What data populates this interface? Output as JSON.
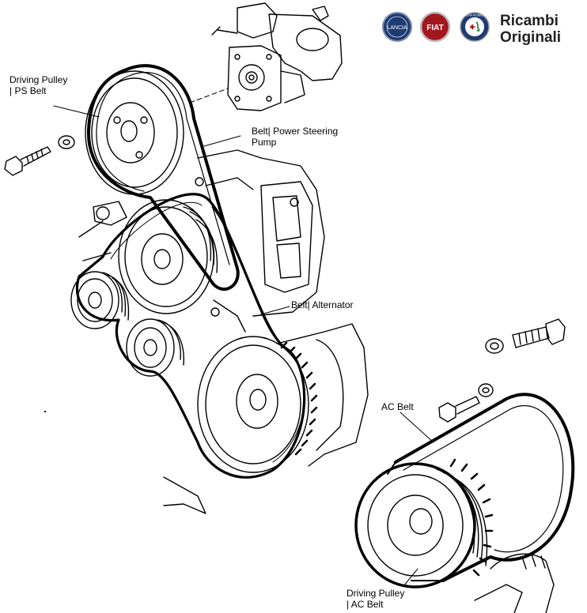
{
  "brand": {
    "line1": "Ricambi",
    "line2": "Originali",
    "logos": [
      {
        "icon": "lancia-logo",
        "text": "LANCIA",
        "color": "#1f3b73"
      },
      {
        "icon": "fiat-logo",
        "text": "FIAT",
        "color": "#a3171f"
      },
      {
        "icon": "alfa-romeo-logo",
        "text": "ALFA ROMEO",
        "color": "#1f3b73"
      }
    ]
  },
  "labels": {
    "driving_pulley_ps": [
      "Driving Pulley",
      "| PS Belt"
    ],
    "belt_power_steering": [
      "Belt| Power Steering",
      "Pump"
    ],
    "belt_alternator": "Belt| Alternator",
    "ac_belt": "AC Belt",
    "driving_pulley_ac": [
      "Driving Pulley",
      "| AC Belt"
    ]
  },
  "colors": {
    "line": "#000000",
    "background": "#ffffff"
  }
}
